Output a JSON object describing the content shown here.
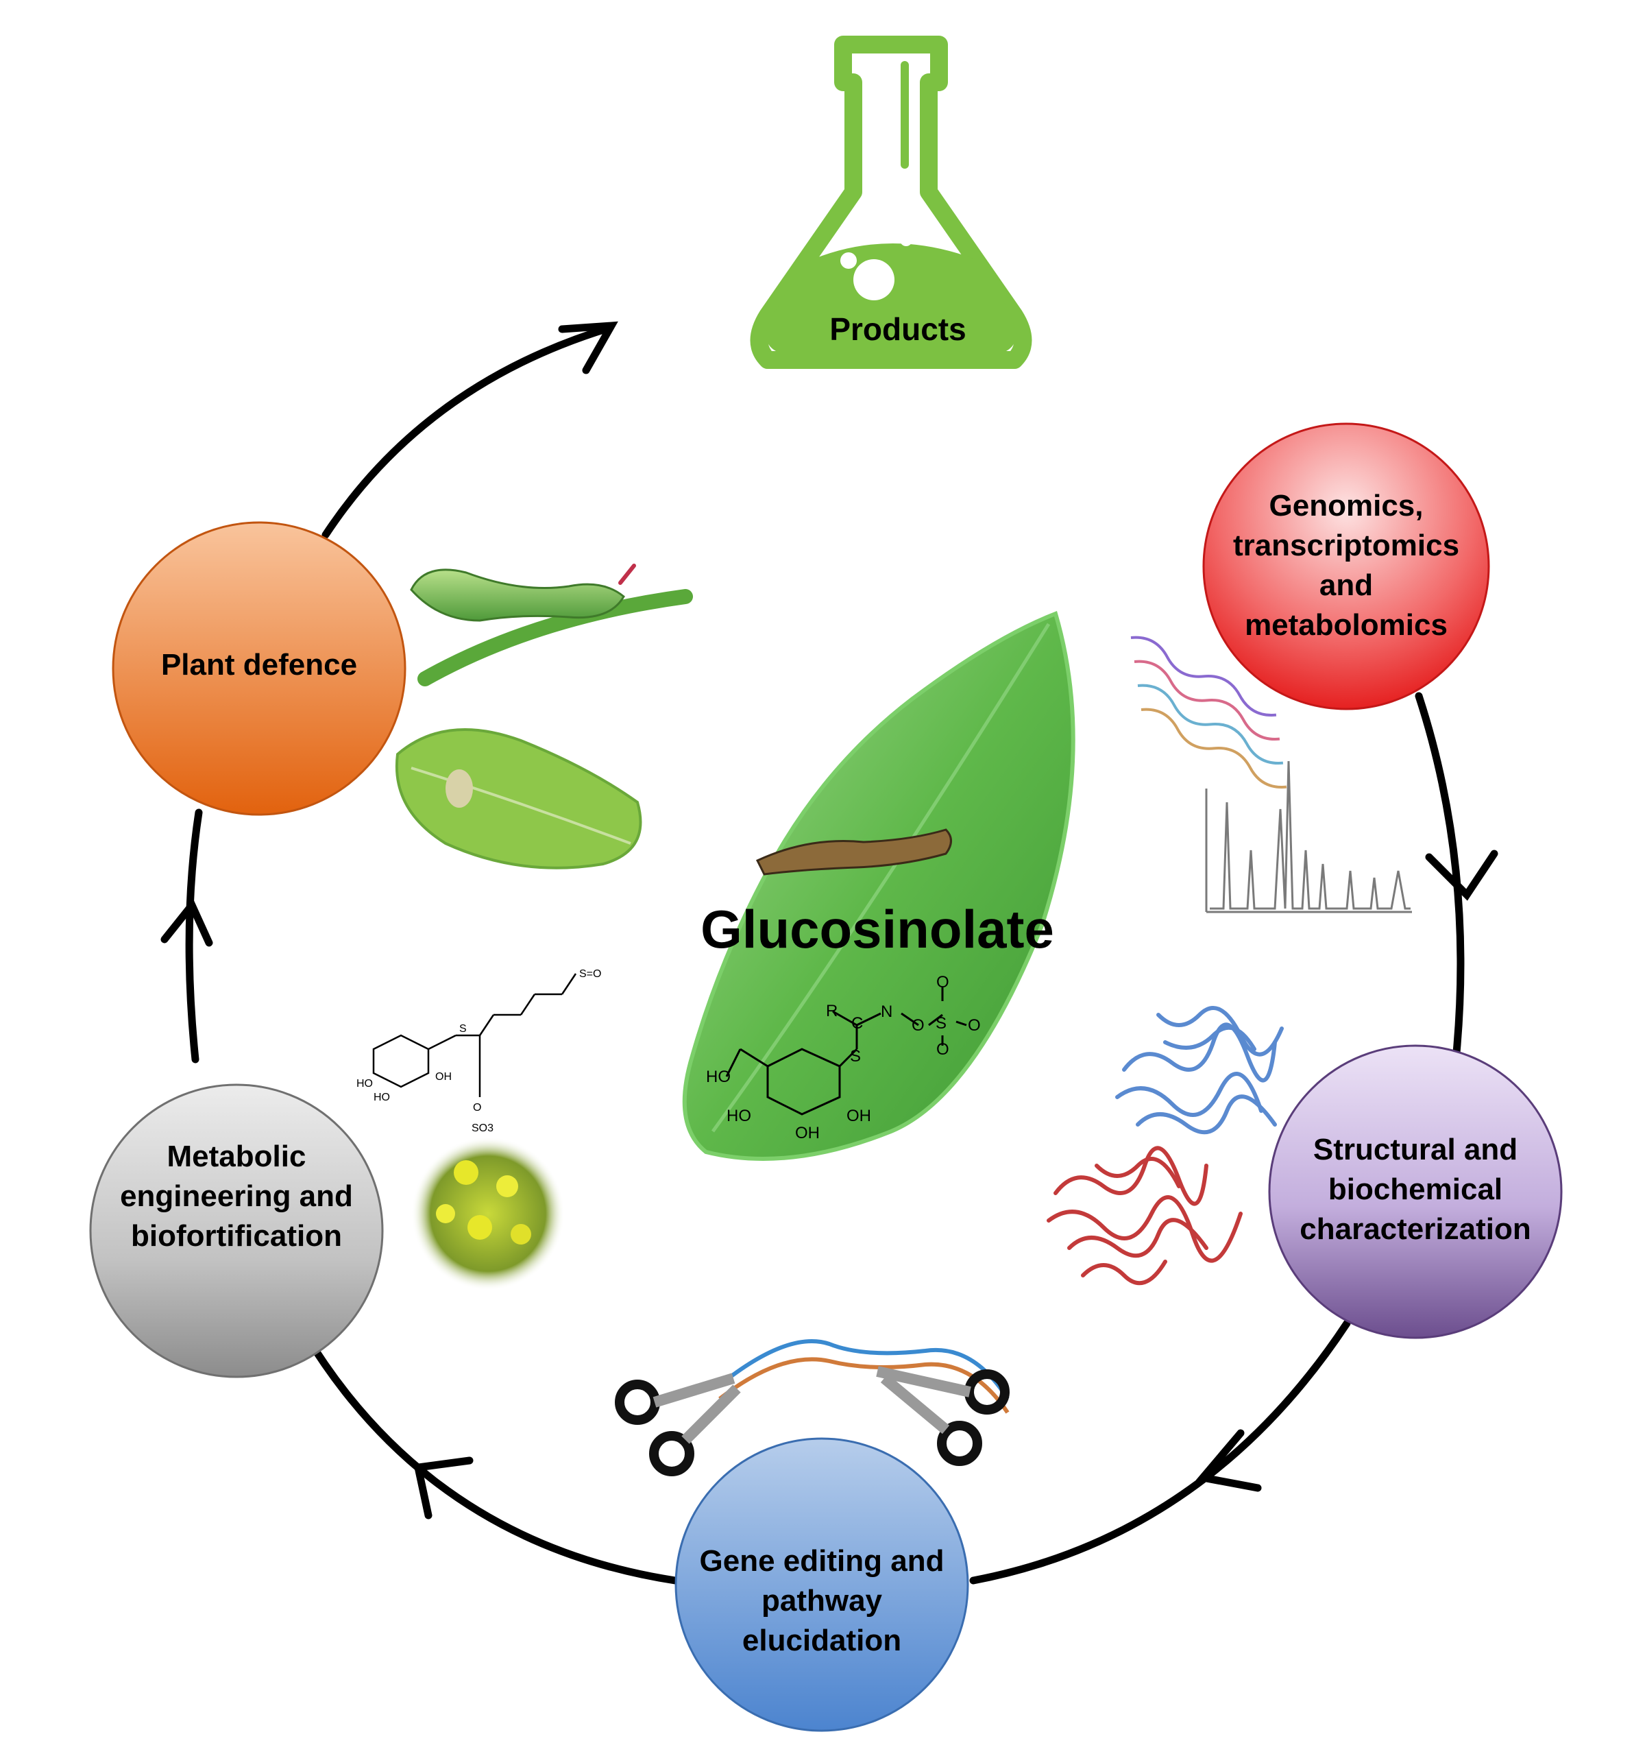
{
  "diagram": {
    "center_title": "Glucosinolate",
    "products_label": "Products",
    "nodes": {
      "genomics": [
        "Genomics,",
        "transcriptomics",
        "and",
        "metabolomics"
      ],
      "structural": [
        "Structural and",
        "biochemical",
        "characterization"
      ],
      "gene_editing": [
        "Gene editing and",
        "pathway",
        "elucidation"
      ],
      "metabolic": [
        "Metabolic",
        "engineering and",
        "biofortification"
      ],
      "plant_defence": [
        "Plant defence"
      ]
    },
    "structure_labels": {
      "center_molecule": [
        "R",
        "C",
        "N",
        "O",
        "S",
        "O",
        "O",
        "O",
        "S",
        "HO",
        "HO",
        "OH",
        "OH"
      ]
    }
  },
  "colors": {
    "products_flask": "#7cc142",
    "genomics": "#e8242a",
    "structural": "#8a6aa8",
    "gene_editing": "#5a8fd0",
    "metabolic": "#9a9a9a",
    "plant_defence": "#e8722a",
    "cycle_arrow": "#000000"
  }
}
